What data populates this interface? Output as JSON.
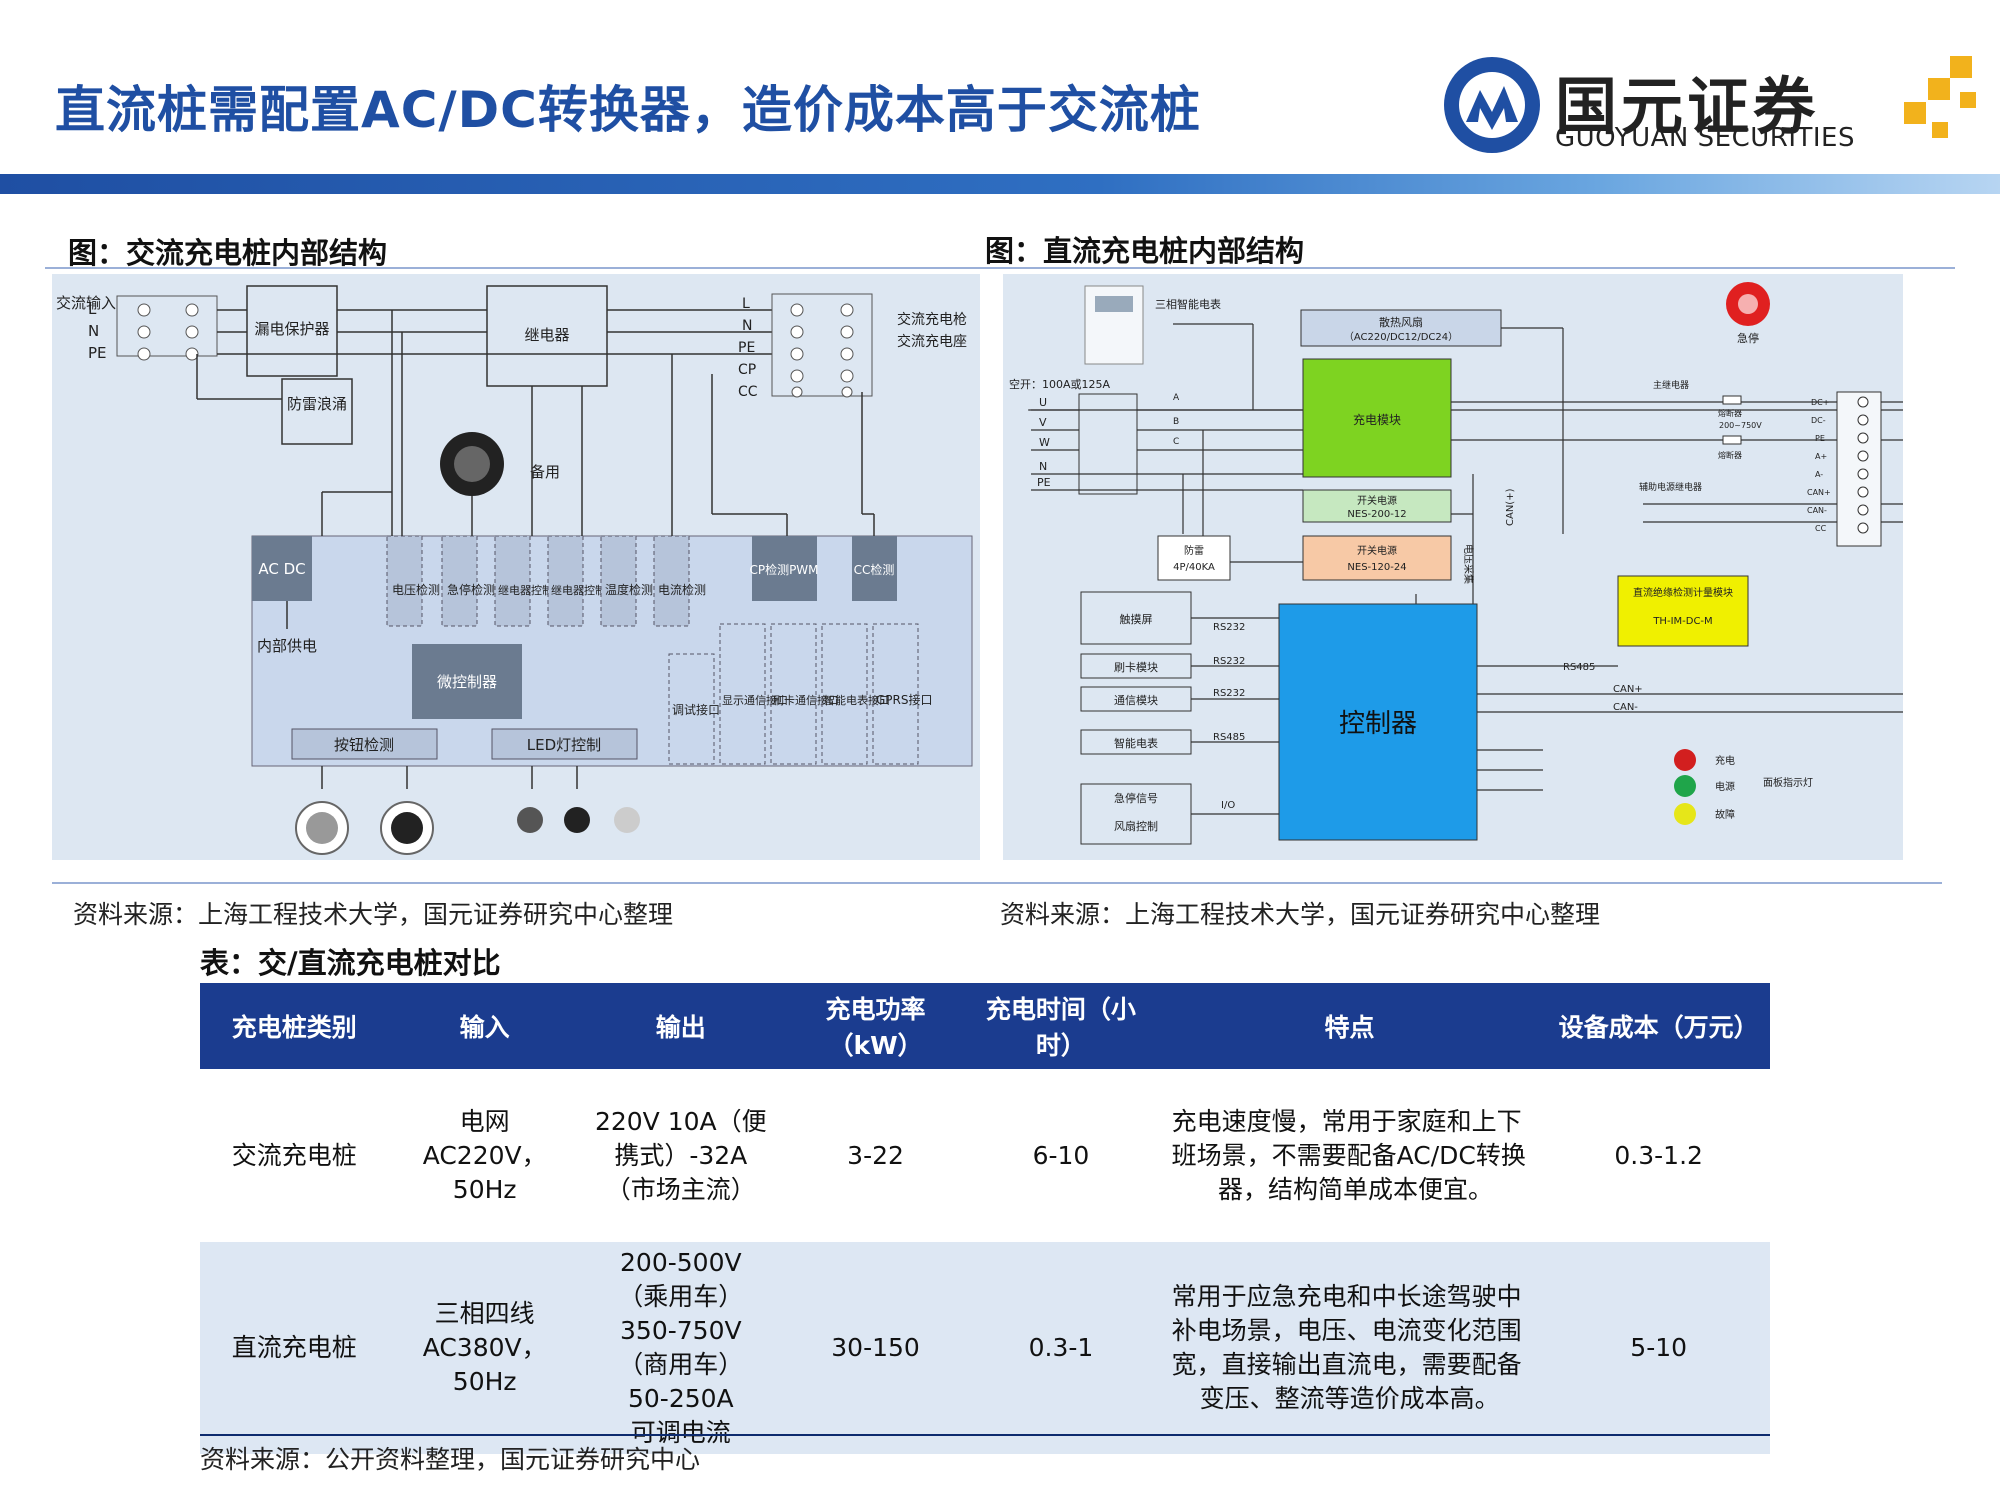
{
  "header": {
    "title": "直流桩需配置AC/DC转换器，造价成本高于交流桩",
    "logo_cn": "国元证券",
    "logo_en": "GUOYUAN SECURITIES"
  },
  "figure_left": {
    "title": "图：交流充电桩内部结构",
    "source": "资料来源：上海工程技术大学，国元证券研究中心整理",
    "labels": {
      "input_side": "交流输入",
      "L": "L",
      "N": "N",
      "PE": "PE",
      "leakage": "漏电保护器",
      "relay": "继电器",
      "surge": "防雷浪涌",
      "spare": "备用",
      "out_L": "L",
      "out_N": "N",
      "out_PE": "PE",
      "out_CP": "CP",
      "out_CC": "CC",
      "gun": "交流充电枪",
      "socket": "交流充电座",
      "acdc": "AC DC",
      "voltage": "电压检测",
      "estop": "急停检测",
      "relay_ctl1": "继电器控制",
      "relay_ctl2": "继电器控制",
      "temp": "温度检测",
      "current": "电流检测",
      "cp": "CP检测PWM",
      "cc": "CC检测",
      "internal_power": "内部供电",
      "mcu": "微控制器",
      "debug": "调试接口",
      "display": "显示通信接口",
      "card": "刷卡通信接口",
      "meter": "智能电表接口",
      "gprs": "GPRS接口",
      "button": "按钮检测",
      "led": "LED灯控制"
    }
  },
  "figure_right": {
    "title": "图：直流充电桩内部结构",
    "source": "资料来源：上海工程技术大学，国元证券研究中心整理",
    "labels": {
      "meter3": "三相智能电表",
      "fan": "散热风扇",
      "fan_spec": "（AC220/DC12/DC24）",
      "estop": "急停",
      "breaker": "空开：100A或125A",
      "U": "U",
      "V": "V",
      "W": "W",
      "N": "N",
      "PE": "PE",
      "A": "A",
      "B": "B",
      "C": "C",
      "charge_module": "充电模块",
      "main_relay": "主继电器",
      "fuse1": "熔断器",
      "volt_range": "200~750V",
      "fuse2": "熔断器",
      "aux_relay": "辅助电源继电器",
      "psu1": "开关电源",
      "psu1_model": "NES-200-12",
      "psu2": "开关电源",
      "psu2_model": "NES-120-24",
      "lightning": "防雷",
      "lightning_spec": "4P/40KA",
      "volt_sample": "电压采集",
      "can_pos": "CAN(+)",
      "insulation": "直流绝缘检测计量模块",
      "insulation_model": "TH-IM-DC-M",
      "touch": "触摸屏",
      "card": "刷卡模块",
      "comm": "通信模块",
      "meter": "智能电表",
      "estop_sig": "急停信号",
      "fan_ctl": "风扇控制",
      "rs232a": "RS232",
      "rs232b": "RS232",
      "rs232c": "RS232",
      "rs485a": "RS485",
      "io": "I/O",
      "rs485b": "RS485",
      "canp": "CAN+",
      "cann": "CAN-",
      "controller": "控制器",
      "led_charge": "充电",
      "led_power": "电源",
      "led_fault": "故障",
      "panel": "面板指示灯",
      "t_dcp": "DC+",
      "t_dcn": "DC-",
      "t_pe": "PE",
      "t_ap": "A+",
      "t_an": "A-",
      "t_canp": "CAN+",
      "t_cann": "CAN-",
      "t_cc": "CC"
    }
  },
  "table": {
    "title": "表：交/直流充电桩对比",
    "headers": [
      "充电桩类别",
      "输入",
      "输出",
      "充电功率（kW）",
      "充电时间（小时）",
      "特点",
      "设备成本（万元）"
    ],
    "rows": [
      {
        "type": "交流充电桩",
        "input": [
          "电网",
          "AC220V，50Hz"
        ],
        "output": [
          "220V 10A（便",
          "携式）-32A",
          "（市场主流）"
        ],
        "power": "3-22",
        "time": "6-10",
        "feature": [
          "充电速度慢，常用于家庭和上下",
          "班场景，不需要配备AC/DC转换",
          "器，结构简单成本便宜。"
        ],
        "cost": "0.3-1.2"
      },
      {
        "type": "直流充电桩",
        "input": [
          "三相四线",
          "AC380V，50Hz"
        ],
        "output": [
          "200-500V",
          "（乘用车）",
          "350-750V",
          "（商用车）",
          "50-250A",
          "可调电流"
        ],
        "power": "30-150",
        "time": "0.3-1",
        "feature": [
          "常用于应急充电和中长途驾驶中",
          "补电场景，电压、电流变化范围",
          "宽，直接输出直流电，需要配备",
          "变压、整流等造价成本高。"
        ],
        "cost": "5-10"
      }
    ],
    "source": "资料来源：公开资料整理，国元证券研究中心"
  },
  "colors": {
    "title_blue": "#1f4fa3",
    "header_navy": "#1b3c8f",
    "row_alt": "#dde7f3",
    "diagram_bg": "#dde7f2",
    "charge_green": "#7ed321",
    "controller_blue": "#1e9be8",
    "insulation_yellow": "#f0f000"
  }
}
